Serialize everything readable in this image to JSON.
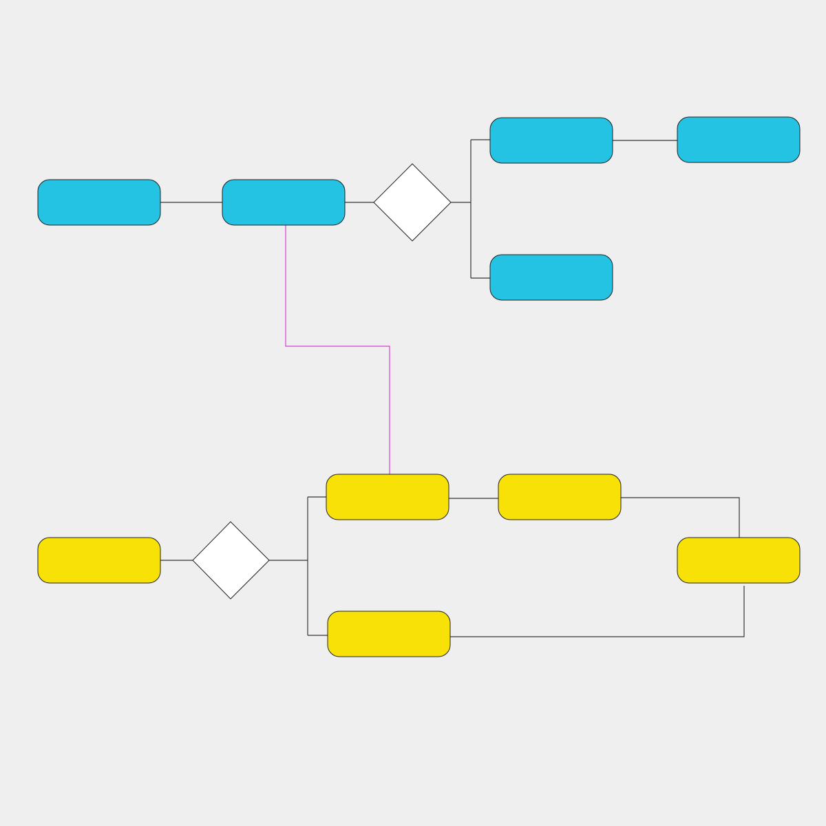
{
  "colors": {
    "background": "#efefef",
    "blue_node": "#25c3e3",
    "yellow_node": "#f8e106",
    "decision_node": "#ffffff",
    "connector": "#333333",
    "cross_link": "#d63fd0"
  },
  "nodes": [
    {
      "id": "blue-start",
      "group": "blue",
      "label": ""
    },
    {
      "id": "blue-process",
      "group": "blue",
      "label": ""
    },
    {
      "id": "blue-decision",
      "group": "blue",
      "label": ""
    },
    {
      "id": "blue-branch-top",
      "group": "blue",
      "label": ""
    },
    {
      "id": "blue-branch-top-next",
      "group": "blue",
      "label": ""
    },
    {
      "id": "blue-branch-bottom",
      "group": "blue",
      "label": ""
    },
    {
      "id": "yellow-start",
      "group": "yellow",
      "label": ""
    },
    {
      "id": "yellow-decision",
      "group": "yellow",
      "label": ""
    },
    {
      "id": "yellow-branch-top",
      "group": "yellow",
      "label": ""
    },
    {
      "id": "yellow-branch-top-next",
      "group": "yellow",
      "label": ""
    },
    {
      "id": "yellow-merge",
      "group": "yellow",
      "label": ""
    },
    {
      "id": "yellow-branch-bottom",
      "group": "yellow",
      "label": ""
    }
  ]
}
